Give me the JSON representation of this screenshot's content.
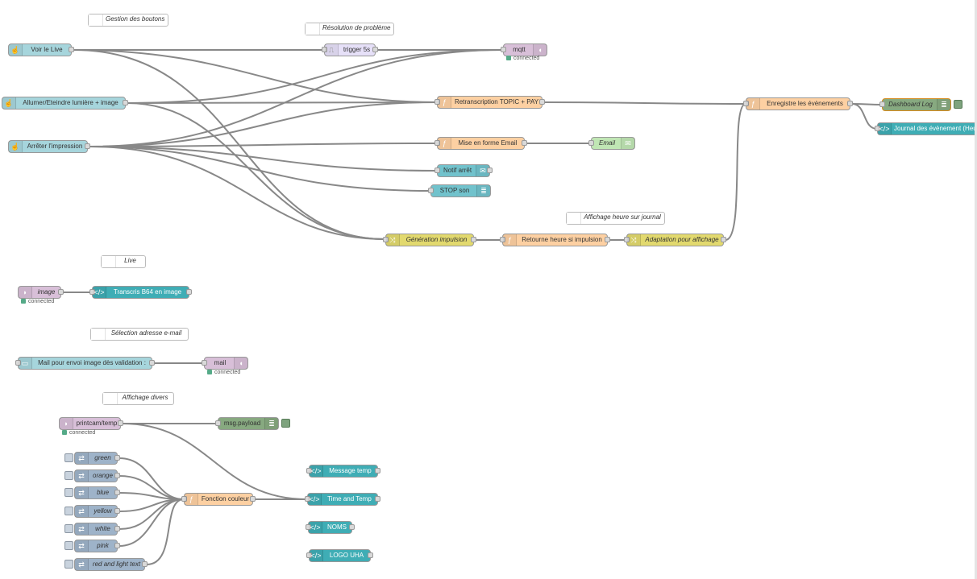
{
  "comments": {
    "gestion": "Gestion des boutons",
    "resolution": "Résolution de problème",
    "affichage_heure": "Affichage heure sur journal",
    "live": "Live",
    "selection": "Sélection adresse e-mail",
    "affichage_divers": "Affichage divers"
  },
  "nodes": {
    "voir_live": "Voir le Live",
    "allumer": "Allumer/Eteindre lumière + image",
    "arreter": "Arrêter l'impression",
    "trigger": "trigger 5s",
    "mqtt": "mqtt",
    "retranscription": "Retranscription TOPIC + PAY",
    "mise_en_forme": "Mise en forme Email",
    "email": "Email",
    "notif": "Notif arrêt",
    "stop": "STOP son",
    "generation": "Génération impulsion",
    "retourne": "Retourne heure si impulsion",
    "adaptation": "Adaptation pour affichage",
    "enregistre": "Enregistre les évènements",
    "dashboard": "Dashboard Log",
    "journal": "Journal des évènement (Heu",
    "image": "image",
    "transcris": "Transcris B64 en image",
    "mail_envoi": "Mail pour envoi image dès validation :",
    "mail": "mail",
    "printcam": "printcam/temp",
    "msg_payload": "msg.payload",
    "green": "green",
    "orange": "orange",
    "blue": "blue",
    "yellow": "yellow",
    "white": "white",
    "pink": "pink",
    "red_light": "red and light text",
    "fonction_couleur": "Fonction couleur",
    "message_temp": "Message temp",
    "time_temp": "Time and Temp",
    "noms": "NOMS",
    "logo": "LOGO UHA"
  },
  "status": {
    "connected": "connected"
  },
  "icons": {
    "button": "hand-pointer-icon",
    "function": "function-f-icon",
    "template": "code-brackets-icon",
    "mqtt": "wifi-signal-icon",
    "email": "envelope-icon",
    "switch": "shuffle-icon",
    "debug": "list-icon",
    "trigger": "pulse-icon",
    "text_input": "keyboard-icon"
  },
  "colors": {
    "ui_node": "#a6d5dc",
    "mqtt_node": "#d8bfd8",
    "function_node": "#fdd0a2",
    "email_node": "#c0e6b4",
    "template_node": "#3fadb5",
    "switch_node": "#e2d96e",
    "debug_node": "#87a980",
    "wire": "#888888"
  }
}
